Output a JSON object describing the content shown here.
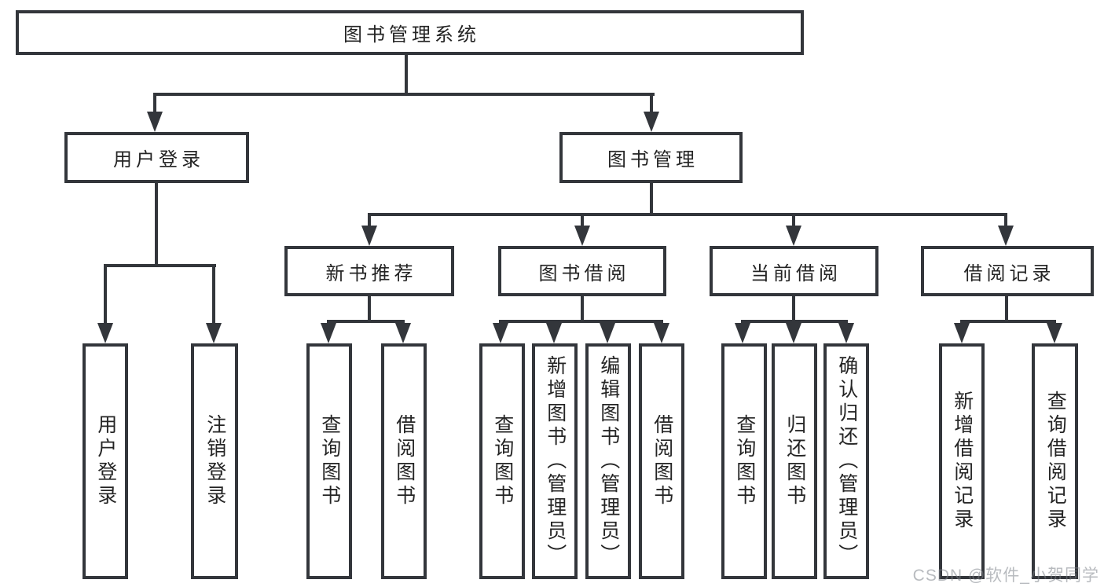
{
  "tree": {
    "label": "图书管理系统",
    "children": [
      {
        "label": "用户登录",
        "children": [
          {
            "label": "用户登录"
          },
          {
            "label": "注销登录"
          }
        ]
      },
      {
        "label": "图书管理",
        "children": [
          {
            "label": "新书推荐",
            "children": [
              {
                "label": "查询图书"
              },
              {
                "label": "借阅图书"
              }
            ]
          },
          {
            "label": "图书借阅",
            "children": [
              {
                "label": "查询图书"
              },
              {
                "label": "新增图书（管理员）"
              },
              {
                "label": "编辑图书（管理员）"
              },
              {
                "label": "借阅图书"
              }
            ]
          },
          {
            "label": "当前借阅",
            "children": [
              {
                "label": "查询图书"
              },
              {
                "label": "归还图书"
              },
              {
                "label": "确认归还（管理员）"
              }
            ]
          },
          {
            "label": "借阅记录",
            "children": [
              {
                "label": "新增借阅记录"
              },
              {
                "label": "查询借阅记录"
              }
            ]
          }
        ]
      }
    ]
  },
  "watermark": {
    "text": "CSDN @软件_小贺同学"
  },
  "colors": {
    "line": "#33363b",
    "text": "#242424",
    "watermark_gray": "#7d838a",
    "background": "#ffffff"
  }
}
